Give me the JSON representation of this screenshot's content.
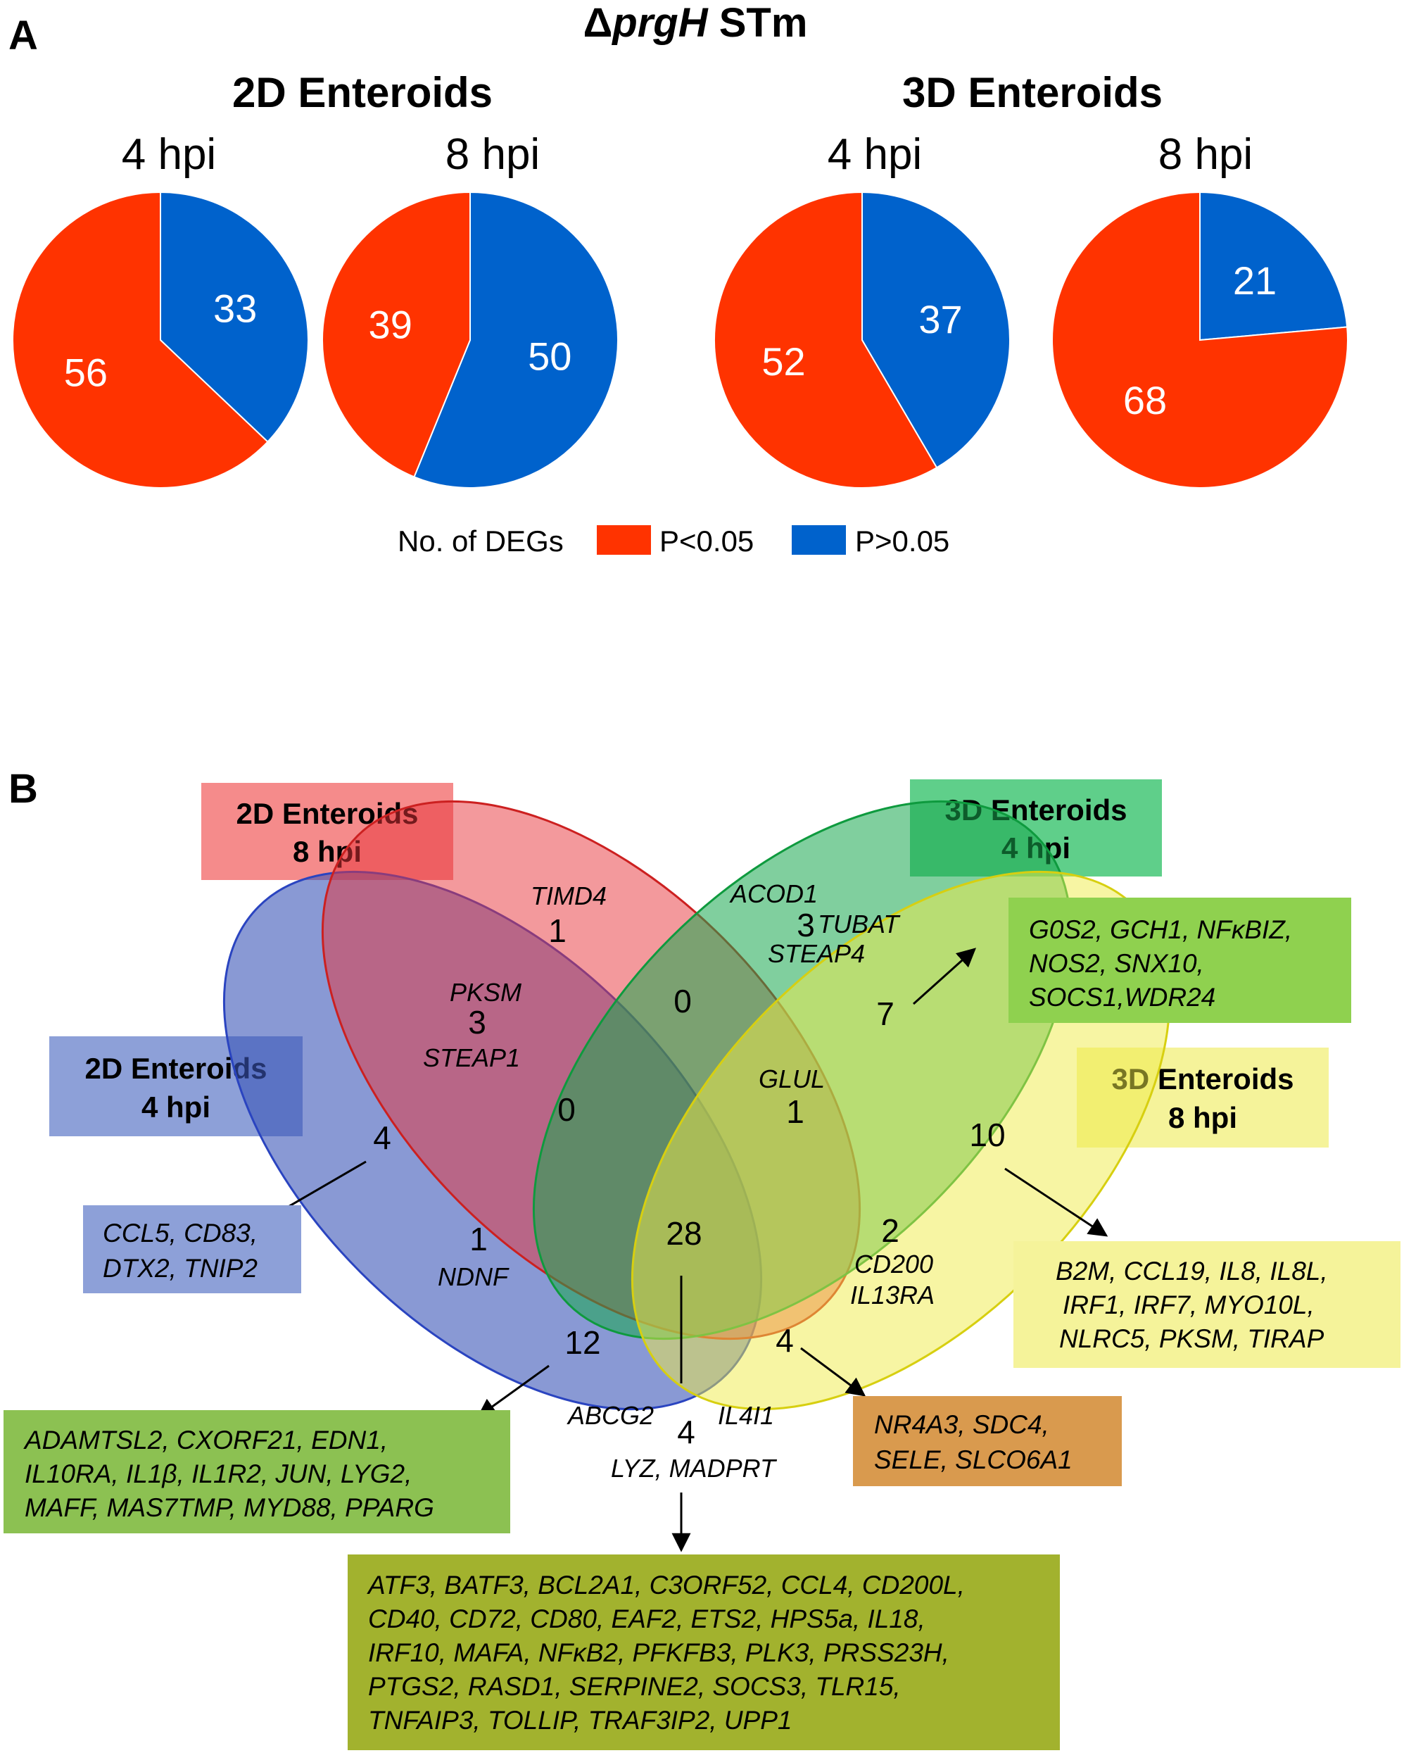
{
  "panelA": {
    "letter": "A",
    "title_delta": "Δ",
    "title_gene": "prgH",
    "title_rest": " STm",
    "group_2d": "2D Enteroids",
    "group_3d": "3D Enteroids",
    "legend": {
      "title": "No. of DEGs",
      "sig": "P<0.05",
      "nonsig": "P>0.05"
    },
    "colors": {
      "sig": "#ff3300",
      "nonsig": "#0062cc"
    }
  },
  "chart_data": [
    {
      "type": "pie",
      "group": "2D Enteroids",
      "title": "4 hpi",
      "categories": [
        "P<0.05",
        "P>0.05"
      ],
      "values": [
        56,
        33
      ]
    },
    {
      "type": "pie",
      "group": "2D Enteroids",
      "title": "8 hpi",
      "categories": [
        "P<0.05",
        "P>0.05"
      ],
      "values": [
        39,
        50
      ]
    },
    {
      "type": "pie",
      "group": "3D Enteroids",
      "title": "4 hpi",
      "categories": [
        "P<0.05",
        "P>0.05"
      ],
      "values": [
        52,
        37
      ]
    },
    {
      "type": "pie",
      "group": "3D Enteroids",
      "title": "8 hpi",
      "categories": [
        "P<0.05",
        "P>0.05"
      ],
      "values": [
        68,
        21
      ]
    }
  ],
  "panelB": {
    "letter": "B",
    "sets": [
      {
        "l1": "2D Enteroids",
        "l2": "4 hpi",
        "color": "#8da0d8"
      },
      {
        "l1": "2D Enteroids",
        "l2": "8 hpi",
        "color": "#f58b8b"
      },
      {
        "l1": "3D Enteroids",
        "l2": "4 hpi",
        "color": "#5fcf8a"
      },
      {
        "l1": "3D Enteroids",
        "l2": "8 hpi",
        "color": "#f5f39a"
      }
    ],
    "regions": {
      "only_2d8": {
        "count": "1",
        "genes": "TIMD4"
      },
      "only_3d4": {
        "count": "3",
        "genes1": "ACOD1",
        "genes2": "TUBAT",
        "genes3": "STEAP4"
      },
      "a_b": {
        "count": "3",
        "genes1": "PKSM",
        "genes2": "STEAP1"
      },
      "b_c": {
        "count": "0"
      },
      "c_d": {
        "count": "7"
      },
      "only_2d4": {
        "count": "4"
      },
      "only_3d8": {
        "count": "10"
      },
      "a_b_c": {
        "count": "0"
      },
      "b_c_d": {
        "count": "1",
        "genes": "GLUL"
      },
      "a_c": {
        "count": "1",
        "genes": "NDNF"
      },
      "all": {
        "count": "28"
      },
      "b_d": {
        "count": "2",
        "genes1": "CD200",
        "genes2": "IL13RA"
      },
      "a_c_d": {
        "count": "12"
      },
      "a_b_d": {
        "count": "4"
      },
      "a_d": {
        "count": "4",
        "genes1": "ABCG2",
        "genes2": "IL4I1",
        "genes3": "LYZ, MADPRT"
      }
    },
    "boxes": {
      "c_d": {
        "color": "#8fd14f",
        "lines": [
          "G0S2, GCH1, NFκBIZ,",
          "NOS2, SNX10,",
          "SOCS1,WDR24"
        ]
      },
      "only_3d8": {
        "color": "#f5f39a",
        "lines": [
          "B2M, CCL19, IL8, IL8L,",
          "IRF1, IRF7, MYO10L,",
          "NLRC5, PKSM, TIRAP"
        ]
      },
      "only_2d4": {
        "color": "#8da0d8",
        "lines": [
          "CCL5, CD83,",
          "DTX2, TNIP2"
        ]
      },
      "a_c_d": {
        "color": "#8cc152",
        "lines": [
          "ADAMTSL2, CXORF21, EDN1,",
          "IL10RA, IL1β, IL1R2, JUN, LYG2,",
          "MAFF, MAS7TMP, MYD88, PPARG"
        ]
      },
      "a_b_d": {
        "color": "#d99a4e",
        "lines": [
          "NR4A3, SDC4,",
          "SELE, SLCO6A1"
        ]
      },
      "all": {
        "color": "#a2b22e",
        "lines": [
          "ATF3, BATF3, BCL2A1, C3ORF52, CCL4, CD200L,",
          "CD40, CD72, CD80, EAF2, ETS2, HPS5a, IL18,",
          "IRF10, MAFA, NFκB2, PFKFB3, PLK3, PRSS23H,",
          "PTGS2, RASD1, SERPINE2, SOCS3, TLR15,",
          "TNFAIP3, TOLLIP, TRAF3IP2, UPP1"
        ]
      }
    }
  }
}
